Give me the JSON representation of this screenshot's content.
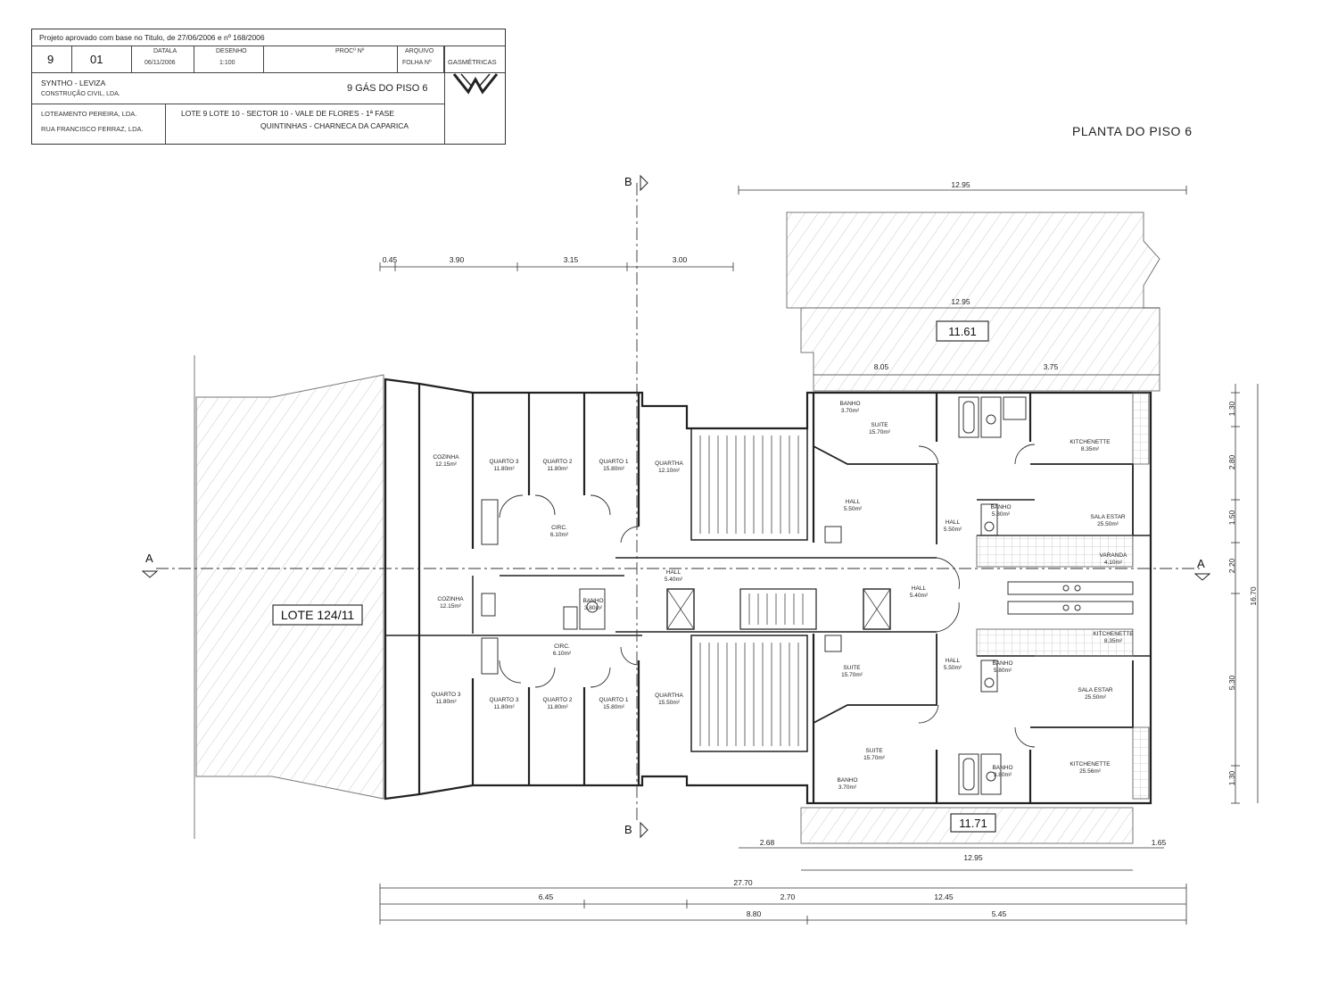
{
  "title_block": {
    "approval": "Projeto aprovado com base no Titulo, de 27/06/2006 e nº 168/2006",
    "sheet_num": "9",
    "sheet_sub": "01",
    "date_label": "DATALA",
    "date_value": "06/11/2006",
    "drawing_label": "DESENHO",
    "scale_value": "1:100",
    "proc_label": "PROCº Nº",
    "archive_label": "ARQUIVO",
    "folha_label": "FOLHA Nº",
    "logo_text": "GASMÉTRICAS",
    "company_line1": "SYNTHO - LEVIZA",
    "company_line2": "CONSTRUÇÃO CIVIL, LDA.",
    "drawing_title": "9 GÁS DO PISO 6",
    "owner_line1": "LOTEAMENTO PEREIRA, LDA.",
    "owner_line2": "RUA FRANCISCO FERRAZ, LDA.",
    "location_line1": "LOTE 9  LOTE 10 - SECTOR 10 - VALE DE FLORES - 1ª FASE",
    "location_line2": "QUINTINHAS - CHARNECA DA CAPARICA"
  },
  "plan_title": "PLANTA DO PISO 6",
  "section_marks": {
    "a": "A",
    "b": "B"
  },
  "lot_labels": {
    "left": "LOTE 124/11",
    "top": "11.61",
    "bottom": "11.71"
  },
  "dimensions": {
    "top_overall": "12.95",
    "top_inner": "12.95",
    "top_split_left": "8.05",
    "top_split_right": "3.75",
    "upper_chain": [
      "0.45",
      "3.90",
      "3.15",
      "3.00"
    ],
    "bottom_small_left": "2.68",
    "bottom_small_right": "1.65",
    "bottom_width": "12.95",
    "total_length": "27.70",
    "chain_a": [
      "6.45",
      "2.70",
      "12.45"
    ],
    "chain_b": [
      "8.80",
      "5.45"
    ],
    "right_chain": [
      "1.30",
      "2.80",
      "1.50",
      "2.20",
      "5.30",
      "1.30"
    ],
    "right_total": "16.70"
  },
  "rooms": [
    {
      "name": "COZINHA",
      "area": "12.15m²"
    },
    {
      "name": "QUARTO 3",
      "area": "11.80m²"
    },
    {
      "name": "QUARTO 2",
      "area": "11.80m²"
    },
    {
      "name": "QUARTO 1",
      "area": "15.80m²"
    },
    {
      "name": "QUARTHA",
      "area": "12.10m²"
    },
    {
      "name": "CIRC.",
      "area": "6.10m²"
    },
    {
      "name": "HALL",
      "area": "5.40m²"
    },
    {
      "name": "COZINHA",
      "area": "12.15m²"
    },
    {
      "name": "BANHO",
      "area": "3.80m²"
    },
    {
      "name": "CIRC.",
      "area": "6.10m²"
    },
    {
      "name": "QUARTO 3",
      "area": "11.80m²"
    },
    {
      "name": "QUARTO 3",
      "area": "11.80m²"
    },
    {
      "name": "QUARTO 2",
      "area": "11.80m²"
    },
    {
      "name": "QUARTO 1",
      "area": "15.80m²"
    },
    {
      "name": "QUARTHA",
      "area": "15.50m²"
    },
    {
      "name": "BANHO",
      "area": "3.70m²"
    },
    {
      "name": "SUITE",
      "area": "15.70m²"
    },
    {
      "name": "HALL",
      "area": "5.50m²"
    },
    {
      "name": "HALL",
      "area": "5.50m²"
    },
    {
      "name": "KITCHENETTE",
      "area": "8.35m²"
    },
    {
      "name": "BANHO",
      "area": "5.80m²"
    },
    {
      "name": "SALA ESTAR",
      "area": "25.50m²"
    },
    {
      "name": "VARANDA",
      "area": "4.10m²"
    },
    {
      "name": "HALL",
      "area": "5.40m²"
    },
    {
      "name": "KITCHENETTE",
      "area": "8.35m²"
    },
    {
      "name": "SUITE",
      "area": "15.70m²"
    },
    {
      "name": "HALL",
      "area": "5.50m²"
    },
    {
      "name": "BANHO",
      "area": "5.80m²"
    },
    {
      "name": "SALA ESTAR",
      "area": "25.50m²"
    },
    {
      "name": "SUITE",
      "area": "15.70m²"
    },
    {
      "name": "BANHO",
      "area": "3.70m²"
    },
    {
      "name": "BANHO",
      "area": "3.80m²"
    },
    {
      "name": "KITCHENETTE",
      "area": "25.56m²"
    }
  ]
}
